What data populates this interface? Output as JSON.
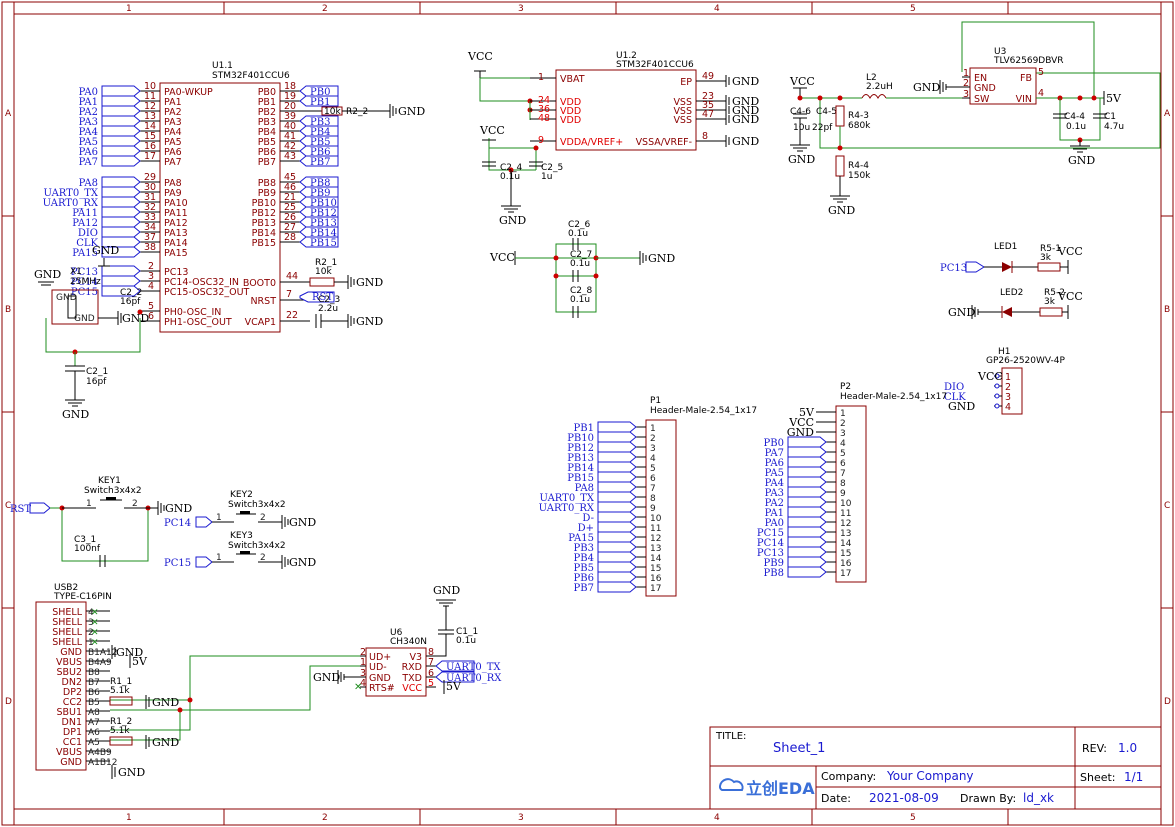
{
  "border": {
    "cols": [
      "1",
      "2",
      "3",
      "4",
      "5"
    ],
    "rows": [
      "A",
      "B",
      "C",
      "D"
    ]
  },
  "title_block": {
    "title_label": "TITLE:",
    "title": "Sheet_1",
    "rev_label": "REV:",
    "rev": "1.0",
    "company_label": "Company:",
    "company": "Your Company",
    "sheet_label": "Sheet:",
    "sheet": "1/1",
    "date_label": "Date:",
    "date": "2021-08-09",
    "drawn_label": "Drawn By:",
    "drawn": "ld_xk",
    "logo_text": "立创EDA"
  },
  "u1_1": {
    "ref": "U1.1",
    "part": "STM32F401CCU6",
    "left_nets": [
      "PA0",
      "PA1",
      "PA2",
      "PA3",
      "PA4",
      "PA5",
      "PA6",
      "PA7",
      "PA8",
      "UART0_TX",
      "UART0_RX",
      "PA11",
      "PA12",
      "DIO",
      "CLK",
      "PA15"
    ],
    "left_pins": [
      "10",
      "11",
      "12",
      "13",
      "14",
      "15",
      "16",
      "17",
      "29",
      "30",
      "31",
      "32",
      "33",
      "34",
      "37",
      "38"
    ],
    "left_names": [
      "PA0-WKUP",
      "PA1",
      "PA2",
      "PA3",
      "PA4",
      "PA5",
      "PA6",
      "PA7",
      "PA8",
      "PA9",
      "PA10",
      "PA11",
      "PA12",
      "PA13",
      "PA14",
      "PA15"
    ],
    "right_nets": [
      "PB0",
      "PB1",
      "",
      "PB3",
      "PB4",
      "PB5",
      "PB6",
      "PB7",
      "PB8",
      "PB9",
      "PB10",
      "PB12",
      "PB13",
      "PB14",
      "PB15"
    ],
    "right_pins": [
      "18",
      "19",
      "20",
      "39",
      "40",
      "41",
      "42",
      "43",
      "45",
      "46",
      "21",
      "25",
      "26",
      "27",
      "28"
    ],
    "right_names": [
      "PB0",
      "PB1",
      "PB2",
      "PB3",
      "PB4",
      "PB5",
      "PB6",
      "PB7",
      "PB8",
      "PB9",
      "PB10",
      "PB12",
      "PB13",
      "PB14",
      "PB15"
    ],
    "low_left_pins": [
      "2",
      "3",
      "4",
      "5",
      "6"
    ],
    "low_left_names": [
      "PC13",
      "PC14-OSC32_IN",
      "PC15-OSC32_OUT",
      "PH0-OSC_IN",
      "PH1-OSC_OUT"
    ],
    "low_left_nets": [
      "PC13",
      "PC14",
      "PC15"
    ],
    "low_right_pins": [
      "44",
      "7",
      "22"
    ],
    "low_right_names": [
      "BOOT0",
      "NRST",
      "VCAP1"
    ]
  },
  "u1_2": {
    "ref": "U1.2",
    "part": "STM32F401CCU6",
    "left_pins": [
      "1",
      "24",
      "36",
      "48",
      "9"
    ],
    "left_names": [
      "VBAT",
      "VDD",
      "VDD",
      "VDD",
      "VDDA/VREF+"
    ],
    "right_pins": [
      "49",
      "23",
      "35",
      "47",
      "8"
    ],
    "right_names": [
      "EP",
      "VSS",
      "VSS",
      "VSS",
      "VSSA/VREF-"
    ]
  },
  "u3": {
    "ref": "U3",
    "part": "TLV62569DBVR",
    "left_pins": [
      "1",
      "2",
      "3"
    ],
    "left_names": [
      "EN",
      "GND",
      "SW"
    ],
    "right_pins": [
      "5",
      "4"
    ],
    "right_names": [
      "FB",
      "VIN"
    ]
  },
  "u6": {
    "ref": "U6",
    "part": "CH340N",
    "left_pins": [
      "2",
      "1",
      "3",
      "4"
    ],
    "left_names": [
      "UD+",
      "UD-",
      "GND",
      "RTS#"
    ],
    "right_pins": [
      "8",
      "7",
      "6",
      "5"
    ],
    "right_names": [
      "V3",
      "RXD",
      "TXD",
      "VCC"
    ],
    "nets": [
      "UART0_TX",
      "UART0_RX"
    ]
  },
  "usb2": {
    "ref": "USB2",
    "part": "TYPE-C16PIN",
    "names": [
      "SHELL",
      "SHELL",
      "SHELL",
      "SHELL",
      "GND",
      "VBUS",
      "SBU2",
      "DN2",
      "DP2",
      "CC2",
      "SBU1",
      "DN1",
      "DP1",
      "CC1",
      "VBUS",
      "GND"
    ],
    "pins": [
      "4",
      "3",
      "2",
      "1",
      "B1A12",
      "B4A9",
      "B8",
      "B7",
      "B6",
      "B5",
      "A8",
      "A7",
      "A6",
      "A5",
      "A4B9",
      "A1B12"
    ]
  },
  "p1": {
    "ref": "P1",
    "part": "Header-Male-2.54_1x17",
    "nets": [
      "PB1",
      "PB10",
      "PB12",
      "PB13",
      "PB14",
      "PB15",
      "PA8",
      "UART0_TX",
      "UART0_RX",
      "D-",
      "D+",
      "PA15",
      "PB3",
      "PB4",
      "PB5",
      "PB6",
      "PB7"
    ],
    "pins": [
      "1",
      "2",
      "3",
      "4",
      "5",
      "6",
      "7",
      "8",
      "9",
      "10",
      "11",
      "12",
      "13",
      "14",
      "15",
      "16",
      "17"
    ]
  },
  "p2": {
    "ref": "P2",
    "part": "Header-Male-2.54_1x17",
    "nets": [
      "5V",
      "VCC",
      "GND",
      "PB0",
      "PA7",
      "PA6",
      "PA5",
      "PA4",
      "PA3",
      "PA2",
      "PA1",
      "PA0",
      "PC15",
      "PC14",
      "PC13",
      "PB9",
      "PB8"
    ],
    "pins": [
      "1",
      "2",
      "3",
      "4",
      "5",
      "6",
      "7",
      "8",
      "9",
      "10",
      "11",
      "12",
      "13",
      "14",
      "15",
      "16",
      "17"
    ]
  },
  "h1": {
    "ref": "H1",
    "part": "GP26-2520WV-4P",
    "nets": [
      "VCC",
      "DIO",
      "CLK",
      "GND"
    ],
    "pins": [
      "1",
      "2",
      "3",
      "4"
    ]
  },
  "components": {
    "x1": {
      "ref": "X1",
      "val": "25MHz"
    },
    "c2_1": {
      "ref": "C2_1",
      "val": "16pf"
    },
    "c2_2": {
      "ref": "C2_2",
      "val": "16pf"
    },
    "r2_1": {
      "ref": "R2_1",
      "val": "10k"
    },
    "r2_2": {
      "ref": "R2_2",
      "val": "10k"
    },
    "c2_3": {
      "ref": "C2_3",
      "val": "2.2u"
    },
    "c2_4": {
      "ref": "C2_4",
      "val": "0.1u"
    },
    "c2_5": {
      "ref": "C2_5",
      "val": "1u"
    },
    "c2_6": {
      "ref": "C2_6",
      "val": "0.1u"
    },
    "c2_7": {
      "ref": "C2_7",
      "val": "0.1u"
    },
    "c2_8": {
      "ref": "C2_8",
      "val": "0.1u"
    },
    "l2": {
      "ref": "L2",
      "val": "2.2uH"
    },
    "r4_3": {
      "ref": "R4-3",
      "val": "680k"
    },
    "r4_4": {
      "ref": "R4-4",
      "val": "150k"
    },
    "c4_6": {
      "ref": "C4-6",
      "val": "10u"
    },
    "c4_5": {
      "ref": "C4-5",
      "val": "22pf"
    },
    "c4_4": {
      "ref": "C4-4",
      "val": "0.1u"
    },
    "c1": {
      "ref": "C1",
      "val": "4.7u"
    },
    "led1": {
      "ref": "LED1"
    },
    "led2": {
      "ref": "LED2"
    },
    "r5_1": {
      "ref": "R5-1",
      "val": "3k"
    },
    "r5_2": {
      "ref": "R5-2",
      "val": "3k"
    },
    "key1": {
      "ref": "KEY1",
      "val": "Switch3x4x2"
    },
    "key2": {
      "ref": "KEY2",
      "val": "Switch3x4x2"
    },
    "key3": {
      "ref": "KEY3",
      "val": "Switch3x4x2"
    },
    "c3_1": {
      "ref": "C3_1",
      "val": "100nf"
    },
    "c1_1": {
      "ref": "C1_1",
      "val": "0.1u"
    },
    "r1_1": {
      "ref": "R1_1",
      "val": "5.1k"
    },
    "r1_2": {
      "ref": "R1_2",
      "val": "5.1k"
    }
  },
  "nets": {
    "gnd": "GND",
    "vcc": "VCC",
    "v5": "5V",
    "rst": "RST",
    "pc13": "PC13",
    "pc14": "PC14",
    "pc15": "PC15",
    "one": "1",
    "two": "2"
  },
  "colors": {
    "border": "#8b0000",
    "net_label": "#1a1ad0",
    "wire": "#1c8c1c",
    "body": "#8b0000"
  }
}
